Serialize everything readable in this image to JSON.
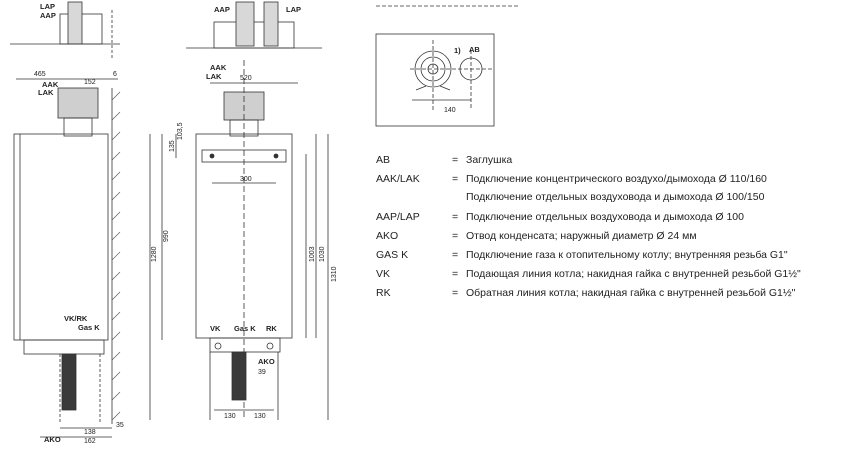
{
  "side_view": {
    "labels": {
      "lap": "LAP",
      "aap": "AAP",
      "aak": "AAK",
      "lak": "LAK",
      "vk_rk": "VK/RK",
      "gas_k": "Gas K",
      "ako": "AKO"
    },
    "dims": {
      "d465": "465",
      "d152": "152",
      "d6": "6",
      "d1280": "1280",
      "d990": "990",
      "d138": "138",
      "d162": "162",
      "d35": "35"
    }
  },
  "front_view": {
    "labels": {
      "aap": "AAP",
      "lap": "LAP",
      "aak": "AAK",
      "lak": "LAK",
      "vk": "VK",
      "gas_k": "Gas K",
      "rk": "RK",
      "ako": "AKO"
    },
    "dims": {
      "d520": "520",
      "d135": "135",
      "d103_5": "103,5",
      "d300": "300",
      "d1003": "1003",
      "d1030": "1030",
      "d1310": "1310",
      "d39": "39",
      "d130a": "130",
      "d130b": "130"
    }
  },
  "top_view": {
    "labels": {
      "note": "1)",
      "ab": "AB"
    },
    "dims": {
      "d140": "140"
    }
  },
  "legend": [
    {
      "key": "AB",
      "eq": "=",
      "desc": "Заглушка"
    },
    {
      "key": "AAK/LAK",
      "eq": "=",
      "desc": "Подключение концентрического воздухо/дымохода Ø 110/160"
    },
    {
      "key": "",
      "eq": "",
      "desc": "Подключение отдельных воздуховода и дымохода Ø 100/150"
    },
    {
      "key": "AAP/LAP",
      "eq": "=",
      "desc": "Подключение отдельных воздуховода и дымохода Ø 100"
    },
    {
      "key": "AKO",
      "eq": "=",
      "desc": "Отвод конденсата; наружный диаметр Ø 24 мм"
    },
    {
      "key": "GAS K",
      "eq": "=",
      "desc": "Подключение газа к отопительному котлу; внутренняя резьба G1\""
    },
    {
      "key": "VK",
      "eq": "=",
      "desc": "Подающая линия котла; накидная гайка с внутренней резьбой G1½\""
    },
    {
      "key": "RK",
      "eq": "=",
      "desc": "Обратная линия котла; накидная гайка с внутренней резьбой G1½\""
    }
  ]
}
